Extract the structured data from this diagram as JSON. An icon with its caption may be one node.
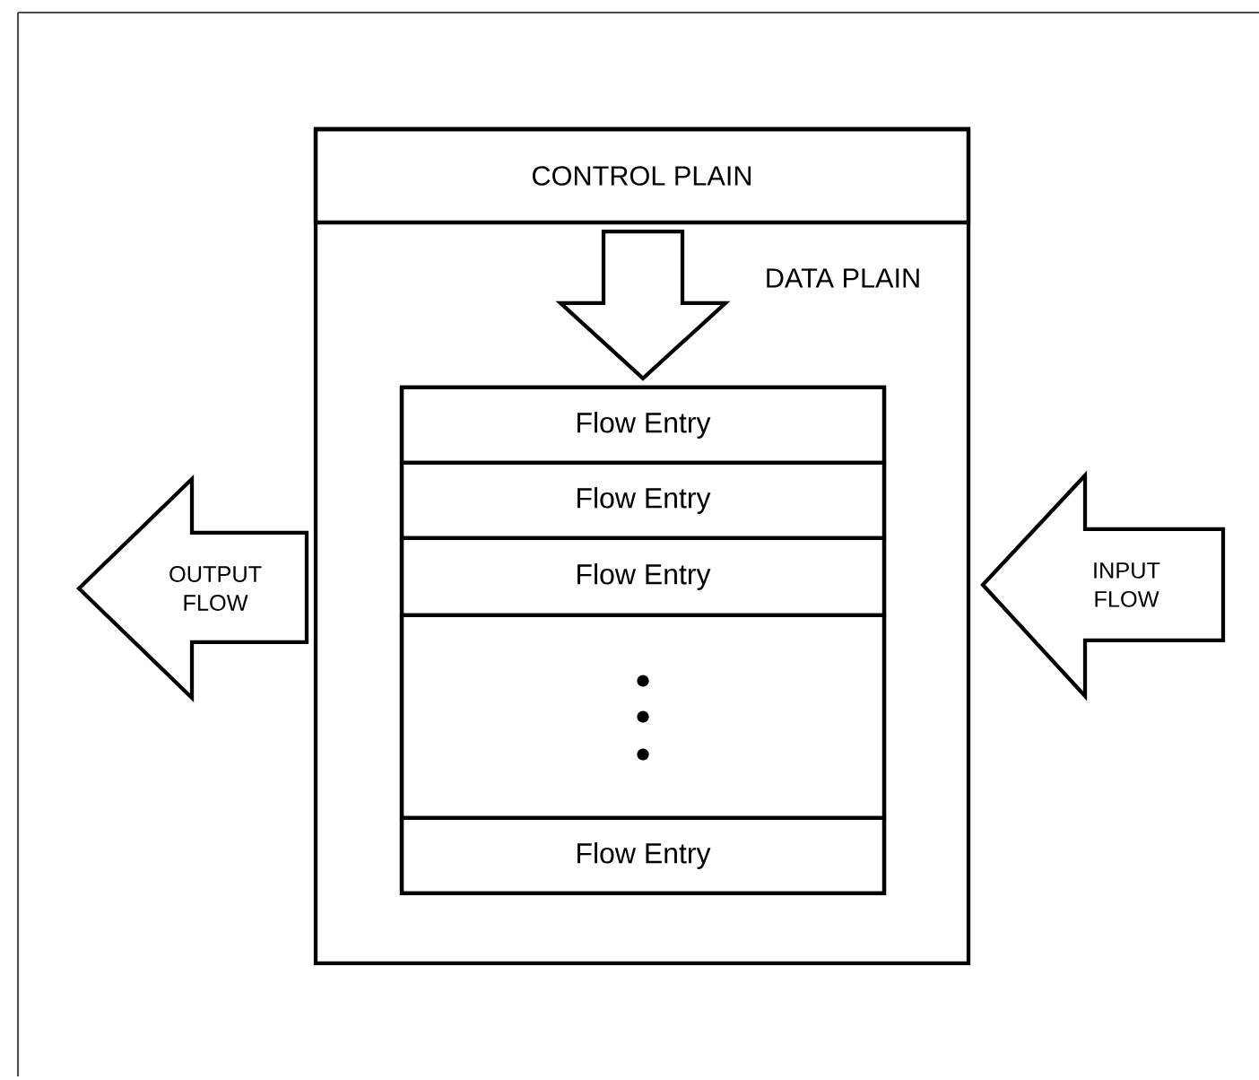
{
  "diagram": {
    "nodes": [
      {
        "text": [
          "DATA PLAIN"
        ]
      },
      {
        "text": [
          "CONTROL PLAIN"
        ],
        "in": 0
      },
      {
        "text": [],
        "shape": "box",
        "in": 0
      },
      {
        "text": [
          "Flow Entry"
        ],
        "in": 2
      },
      {
        "text": [
          "Flow Entry"
        ],
        "in": 2
      },
      {
        "text": [
          "Flow Entry"
        ],
        "in": 2
      },
      {
        "text": [],
        "shape": "box",
        "in": 2
      },
      {
        "text": [
          "Flow Entry"
        ],
        "in": 2
      },
      {
        "text": [
          "OUTPUT FLOW"
        ]
      },
      {
        "text": [
          "INPUT FLOW"
        ]
      }
    ],
    "edges": [
      {
        "from": 1,
        "to": 2,
        "arrow": "to"
      }
    ]
  }
}
